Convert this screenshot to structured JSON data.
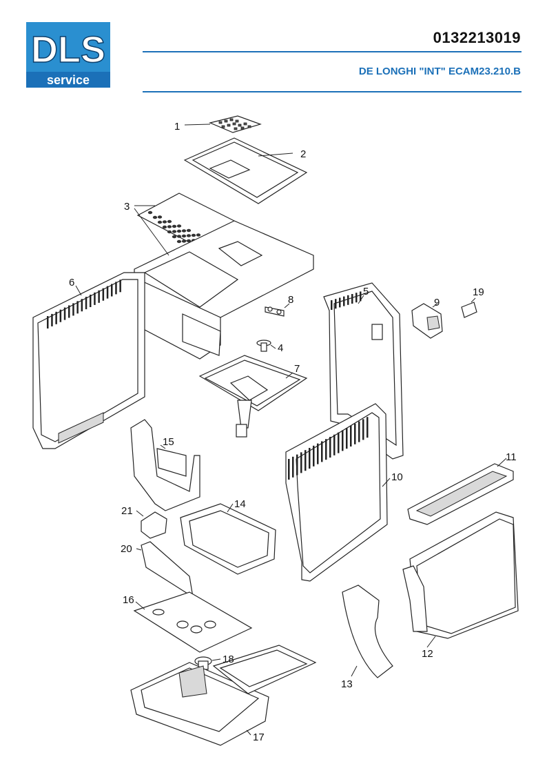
{
  "header": {
    "logo_main": "DLS",
    "logo_sub": "service",
    "document_number": "0132213019",
    "model": "DE LONGHI \"INT\" ECAM23.210.B"
  },
  "colors": {
    "brand_blue": "#1b70b8",
    "logo_cyan": "#2a8fd0"
  },
  "parts": {
    "p1": "1",
    "p2": "2",
    "p3": "3",
    "p4": "4",
    "p5": "5",
    "p6": "6",
    "p7": "7",
    "p8": "8",
    "p9": "9",
    "p10": "10",
    "p11": "11",
    "p12": "12",
    "p13": "13",
    "p14": "14",
    "p15": "15",
    "p16": "16",
    "p17": "17",
    "p18": "18",
    "p19": "19",
    "p20": "20",
    "p21": "21"
  }
}
